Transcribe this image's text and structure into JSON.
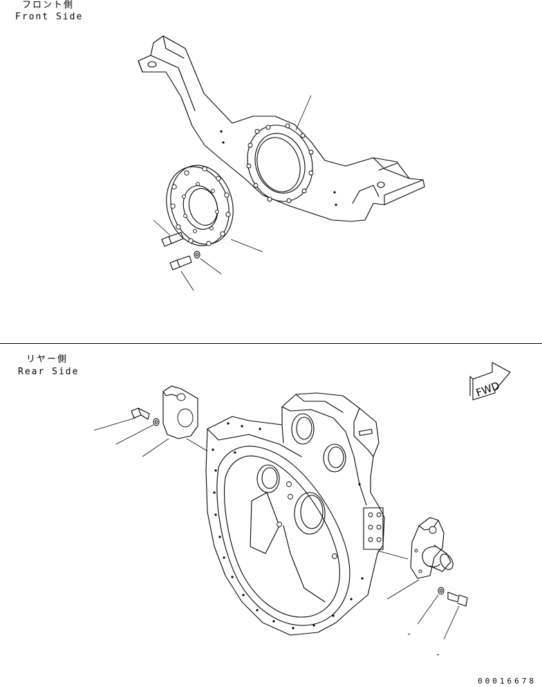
{
  "sections": {
    "front": {
      "title_jp": "フロント側",
      "title_en": "Front Side"
    },
    "rear": {
      "title_jp": "リヤー側",
      "title_en": "Rear Side"
    }
  },
  "fwd_label": "FWD",
  "figure_number": "00016678"
}
